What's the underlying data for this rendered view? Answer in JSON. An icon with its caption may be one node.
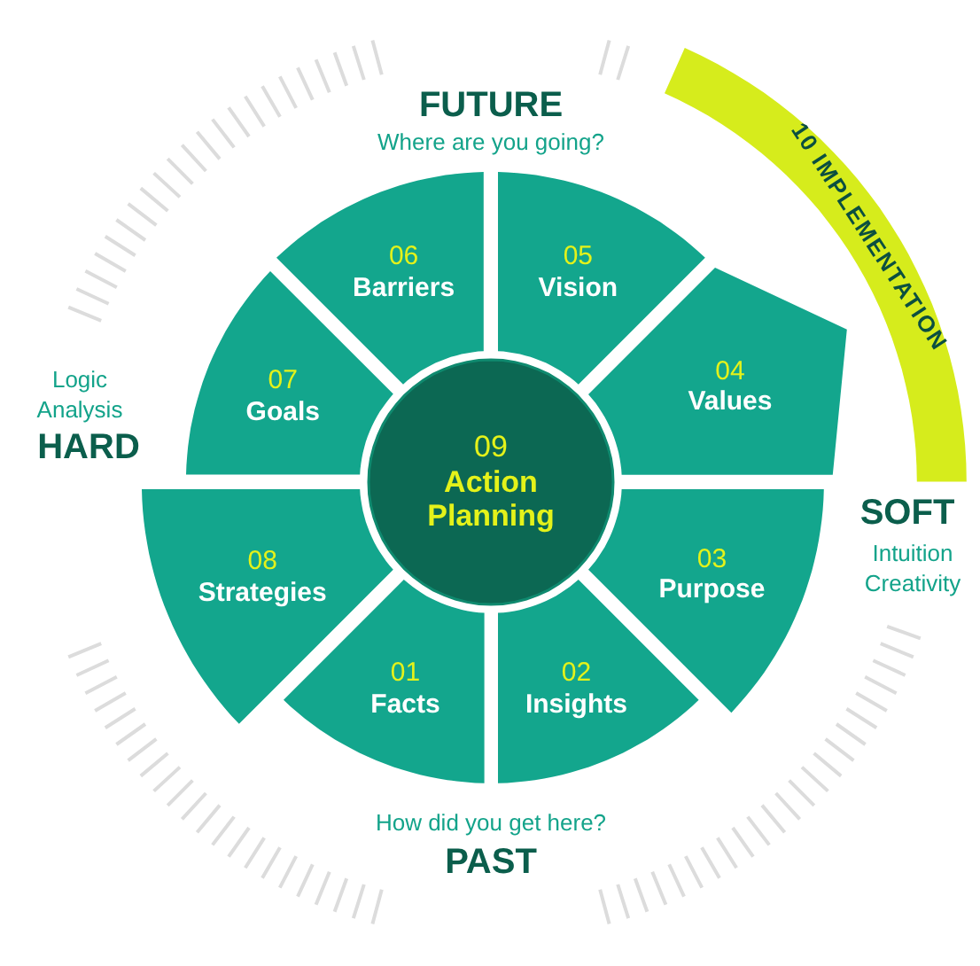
{
  "diagram": {
    "nodes": [
      {
        "text": [
          "06",
          "Barriers"
        ]
      },
      {
        "text": [
          "05",
          "Vision"
        ]
      },
      {
        "text": [
          "10 IMPLEMENTATION"
        ]
      },
      {
        "text": [
          "04",
          "Values"
        ]
      },
      {
        "text": [
          "07",
          "Goals"
        ]
      },
      {
        "text": [
          "09",
          "Action Planning"
        ]
      },
      {
        "text": [
          "08",
          "Strategies"
        ]
      },
      {
        "text": [
          "03",
          "Purpose"
        ]
      },
      {
        "text": [
          "01",
          "Facts"
        ]
      },
      {
        "text": [
          "02",
          "Insights"
        ]
      }
    ],
    "labels": [
      "FUTURE",
      "Where are you going?",
      "Logic",
      "Analysis",
      "HARD",
      "SOFT",
      "Intuition",
      "Creativity",
      "How did you get here?",
      "PAST"
    ]
  }
}
